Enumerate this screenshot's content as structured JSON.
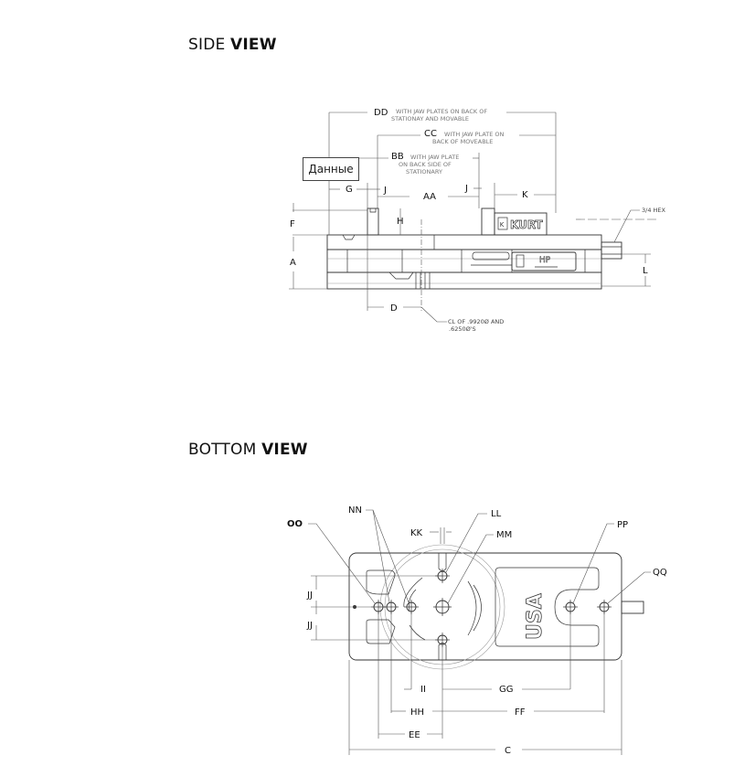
{
  "side_view": {
    "title_regular": "SIDE",
    "title_bold": "VIEW",
    "dims": {
      "DD": "DD",
      "DD_note_1": "WITH JAW PLATES ON BACK OF",
      "DD_note_2": "STATIONAY AND MOVABLE",
      "CC": "CC",
      "CC_note_1": "WITH JAW PLATE ON",
      "CC_note_2": "BACK OF MOVEABLE",
      "BB": "BB",
      "BB_note_1": "WITH JAW PLATE",
      "BB_note_2": "ON BACK SIDE OF",
      "BB_note_3": "STATIONARY",
      "G": "G",
      "J1": "J",
      "AA": "AA",
      "J2": "J",
      "K": "K",
      "F": "F",
      "H": "H",
      "A": "A",
      "L": "L",
      "D": "D",
      "hex": "3/4 HEX",
      "cl_note_1": "CL OF .9920Ø AND",
      "cl_note_2": ".6250Ø'S"
    },
    "brand": "KURT",
    "model_plate": "HP"
  },
  "tooltip": {
    "text": "Данные"
  },
  "bottom_view": {
    "title_regular": "BOTTOM",
    "title_bold": "VIEW",
    "dims": {
      "OO": "OO",
      "NN": "NN",
      "KK": "KK",
      "LL": "LL",
      "MM": "MM",
      "PP": "PP",
      "QQ": "QQ",
      "JJ1": "JJ",
      "JJ2": "JJ",
      "II": "II",
      "GG": "GG",
      "HH": "HH",
      "FF": "FF",
      "EE": "EE",
      "C": "C"
    },
    "emboss": "USA"
  }
}
